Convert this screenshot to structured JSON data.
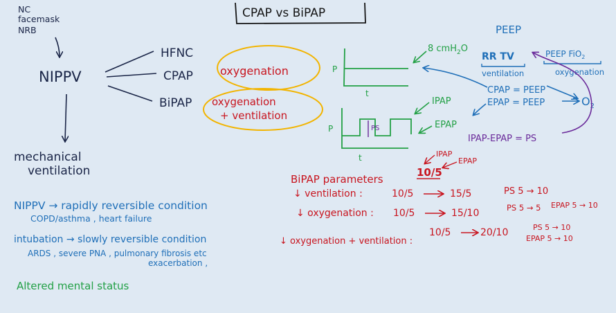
{
  "title": "CPAP vs BiPAP",
  "flowchart": {
    "inputs": [
      "NC",
      "facemask",
      "NRB"
    ],
    "center": "NIPPV",
    "modes": [
      "HFNC",
      "CPAP",
      "BiPAP"
    ],
    "bottom": [
      "mechanical",
      "ventilation"
    ]
  },
  "goals": {
    "cpap": "oxygenation",
    "bipap_line1": "oxygenation",
    "bipap_line2": "+ ventilation"
  },
  "graphs": {
    "p_label": "P",
    "t_label": "t",
    "cpap_pressure": "8 cmH",
    "cpap_pressure_sub": "2",
    "cpap_pressure_end": "O",
    "ipap": "IPAP",
    "epap": "EPAP",
    "ps": "PS"
  },
  "peep_section": {
    "heading": "PEEP",
    "rr_tv": "RR TV",
    "ventilation": "ventilation",
    "peep_fio2": "PEEP FiO",
    "fio2_sub": "2",
    "oxygenation": "oxygenation",
    "cpap_eq": "CPAP = PEEP",
    "epap_eq": "EPAP = PEEP",
    "o2": "O",
    "o2_sub": "2",
    "ps_eq": "IPAP-EPAP = PS"
  },
  "parameters": {
    "title": "BiPAP parameters",
    "example": "10/5",
    "ipap_label": "IPAP",
    "epap_label": "EPAP",
    "rows": [
      {
        "label": "↓ ventilation :",
        "from": "10/5",
        "to": "15/5",
        "note1": "PS 5 → 10",
        "note2": ""
      },
      {
        "label": "↓ oxygenation :",
        "from": "10/5",
        "to": "15/10",
        "note1": "PS 5 → 5",
        "note2": "EPAP 5 → 10"
      },
      {
        "label": "↓ oxygenation + ventilation :",
        "from": "10/5",
        "to": "20/10",
        "note1": "PS 5 → 10",
        "note2": "EPAP 5 → 10"
      }
    ]
  },
  "indications": {
    "nippv_line": "NIPPV → rapidly reversible condition",
    "nippv_examples": "COPD/asthma , heart failure",
    "intubation_line": "intubation → slowly reversible condition",
    "intubation_examples": "ARDS , severe PNA , pulmonary fibrosis etc",
    "intubation_examples2": "exacerbation ,",
    "ams": "Altered mental status"
  },
  "colors": {
    "navy": "#1a2547",
    "red": "#c8141e",
    "green": "#22a045",
    "blue": "#1f6fb8",
    "purple": "#6a2a9a",
    "yellow": "#f2b400",
    "background": "#dfe9f3"
  }
}
